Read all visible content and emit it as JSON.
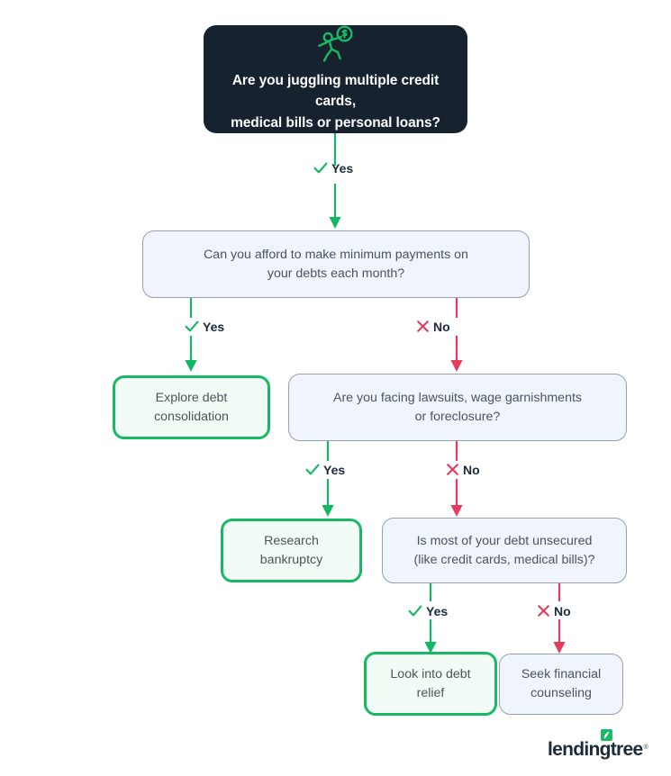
{
  "page": {
    "title": "Debt relief decision flowchart",
    "background": "#ffffff"
  },
  "colors": {
    "dark_navy": "#16222e",
    "green": "#16b964",
    "green_arrow": "#12b862",
    "red": "#e63b5c",
    "light_blue_fill": "#eff4fd",
    "mint_fill": "#f2fbf6",
    "gray_border": "#9aa1a9",
    "body_text": "#4c545c",
    "label_text": "#1c2b39"
  },
  "hero": {
    "icon": "person-juggling-money-icon",
    "question": "Are you juggling multiple credit cards, medical bills or personal loans?",
    "line1": "Are you juggling multiple credit cards,",
    "line2": "medical bills or personal loans?"
  },
  "nodes": {
    "q1": {
      "id": "minimum-payments-question",
      "kind": "question",
      "line1": "Can you afford to make minimum payments on",
      "line2": "your debts each month?"
    },
    "q2": {
      "id": "lawsuits-question",
      "kind": "question",
      "line1": "Are you facing lawsuits, wage garnishments",
      "line2": "or foreclosure?"
    },
    "q3": {
      "id": "unsecured-debt-question",
      "kind": "question",
      "line1": "Is most of your debt unsecured",
      "line2": "(like credit cards, medical bills)?"
    },
    "a1": {
      "id": "explore-debt-consolidation-outcome",
      "kind": "outcome-green",
      "line1": "Explore debt",
      "line2": "consolidation"
    },
    "a2": {
      "id": "research-bankruptcy-outcome",
      "kind": "outcome-green",
      "line1": "Research bankruptcy",
      "line2": ""
    },
    "a3": {
      "id": "look-into-debt-relief-outcome",
      "kind": "outcome-green",
      "line1": "Look into debt",
      "line2": "relief"
    },
    "a4": {
      "id": "seek-financial-counseling-outcome",
      "kind": "outcome-gray",
      "line1": "Seek financial",
      "line2": "counseling"
    }
  },
  "branches": {
    "hero_yes": {
      "label": "Yes",
      "mark": "check-icon",
      "color": "#12b862"
    },
    "q1_yes": {
      "label": "Yes",
      "mark": "check-icon",
      "color": "#12b862"
    },
    "q1_no": {
      "label": "No",
      "mark": "x-icon",
      "color": "#e63b5c"
    },
    "q2_yes": {
      "label": "Yes",
      "mark": "check-icon",
      "color": "#12b862"
    },
    "q2_no": {
      "label": "No",
      "mark": "x-icon",
      "color": "#e63b5c"
    },
    "q3_yes": {
      "label": "Yes",
      "mark": "check-icon",
      "color": "#12b862"
    },
    "q3_no": {
      "label": "No",
      "mark": "x-icon",
      "color": "#e63b5c"
    }
  },
  "logo": {
    "name": "lendingtree",
    "trademark": "®",
    "leaf_icon": "leaf-icon"
  }
}
